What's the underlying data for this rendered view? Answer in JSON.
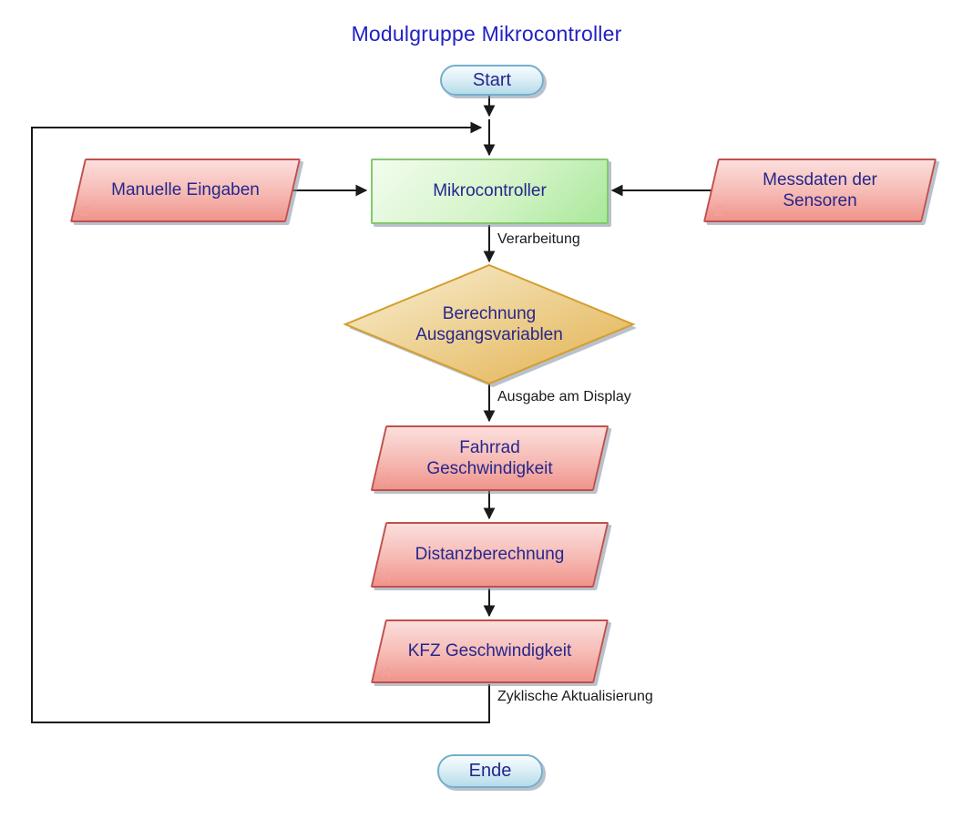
{
  "title": "Modulgruppe Mikrocontroller",
  "nodes": {
    "start": {
      "label": "Start",
      "type": "terminator"
    },
    "mikrocontroller": {
      "label": "Mikrocontroller",
      "type": "process"
    },
    "manuelle_eingaben": {
      "label": "Manuelle Eingaben",
      "marker": "E",
      "type": "input"
    },
    "messdaten_sensoren": {
      "label": "Messdaten der\nSensoren",
      "marker": "E",
      "type": "input"
    },
    "berechnung": {
      "label": "Berechnung\nAusgangsvariablen",
      "type": "decision"
    },
    "fahrrad": {
      "label": "Fahrrad\nGeschwindigkeit",
      "marker": "A",
      "type": "output"
    },
    "distanzberechnung": {
      "label": "Distanzberechnung",
      "marker": "A",
      "type": "output"
    },
    "kfz": {
      "label": "KFZ Geschwindigkeit",
      "marker": "A",
      "type": "output"
    },
    "ende": {
      "label": "Ende",
      "type": "terminator"
    }
  },
  "edge_labels": {
    "verarbeitung": "Verarbeitung",
    "ausgabe": "Ausgabe am Display",
    "zyklisch": "Zyklische Aktualisierung"
  },
  "colors": {
    "title_text": "#2121c3",
    "node_text": "#26268c",
    "line": "#1a1a1a",
    "io_fill_top": "#fbdfdd",
    "io_fill_bottom": "#ef948b",
    "io_border": "#c0504d",
    "io_marker_text": "#f0a29b",
    "process_fill_top": "#f3fcef",
    "process_fill_bottom": "#a9e89a",
    "process_border": "#82c96c",
    "decision_fill_top": "#f9efd4",
    "decision_fill_bottom": "#e3b04e",
    "decision_border": "#d29e2e",
    "terminator_fill_top": "#f8fcfe",
    "terminator_fill_bottom": "#b5dcea",
    "terminator_border": "#74aecb",
    "shadow": "#7d8ea2"
  }
}
